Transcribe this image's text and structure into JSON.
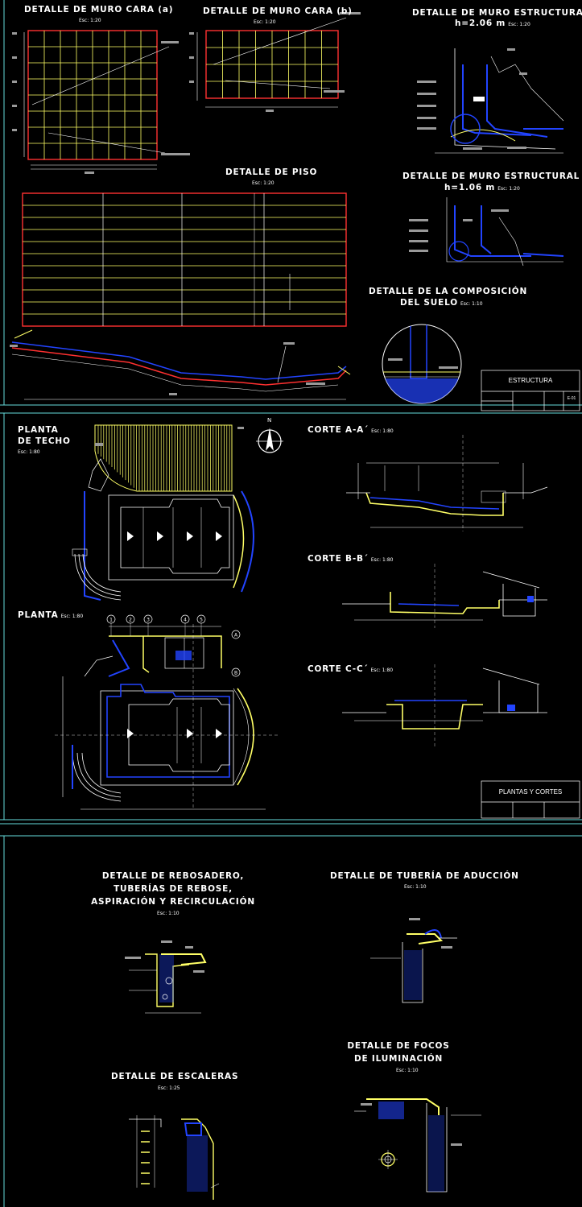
{
  "sheet1": {
    "muro_a": {
      "title": "DETALLE DE MURO CARA (a)",
      "scale": "Esc: 1:20"
    },
    "muro_b": {
      "title": "DETALLE DE MURO CARA (b)",
      "scale": "Esc: 1:20"
    },
    "muro_est_1": {
      "title": "DETALLE DE MURO ESTRUCTURAL",
      "height": "h=2.06 m",
      "scale": "Esc: 1:20"
    },
    "muro_est_2": {
      "title": "DETALLE DE MURO ESTRUCTURAL",
      "height": "h=1.06 m",
      "scale": "Esc: 1:20"
    },
    "piso": {
      "title": "DETALLE DE PISO",
      "scale": "Esc: 1:20"
    },
    "suelo": {
      "title_1": "DETALLE DE LA COMPOSICIÓN",
      "title_2": "DEL SUELO",
      "scale": "Esc: 1:10"
    },
    "title_block": {
      "name": "ESTRUCTURA",
      "sheet": "E-01"
    }
  },
  "sheet2": {
    "planta_techo": {
      "title_1": "PLANTA",
      "title_2": "DE TECHO",
      "scale": "Esc: 1:80"
    },
    "planta": {
      "title": "PLANTA",
      "scale": "Esc: 1:80"
    },
    "corte_a": {
      "title": "CORTE A-A´",
      "scale": "Esc: 1:80"
    },
    "corte_b": {
      "title": "CORTE B-B´",
      "scale": "Esc: 1:80"
    },
    "corte_c": {
      "title": "CORTE C-C´",
      "scale": "Esc: 1:80"
    },
    "north": "N",
    "axes": [
      "1",
      "2",
      "3",
      "4",
      "5",
      "A",
      "B"
    ],
    "title_block": {
      "name": "PLANTAS Y CORTES"
    }
  },
  "sheet3": {
    "rebosadero": {
      "title_1": "DETALLE DE REBOSADERO,",
      "title_2": "TUBERÍAS DE REBOSE,",
      "title_3": "ASPIRACIÓN Y RECIRCULACIÓN",
      "scale": "Esc: 1:10"
    },
    "aduccion": {
      "title": "DETALLE DE TUBERÍA DE ADUCCIÓN",
      "scale": "Esc: 1:10"
    },
    "escaleras": {
      "title": "DETALLE DE ESCALERAS",
      "scale": "Esc: 1:25"
    },
    "focos": {
      "title_1": "DETALLE DE FOCOS",
      "title_2": "DE ILUMINACIÓN",
      "scale": "Esc: 1:10"
    }
  },
  "colors": {
    "background": "#000000",
    "grid": "#ffff66",
    "red": "#ff3030",
    "blue": "#2244ff",
    "cyan": "#66dddd",
    "white": "#ffffff",
    "gray": "#999999"
  }
}
